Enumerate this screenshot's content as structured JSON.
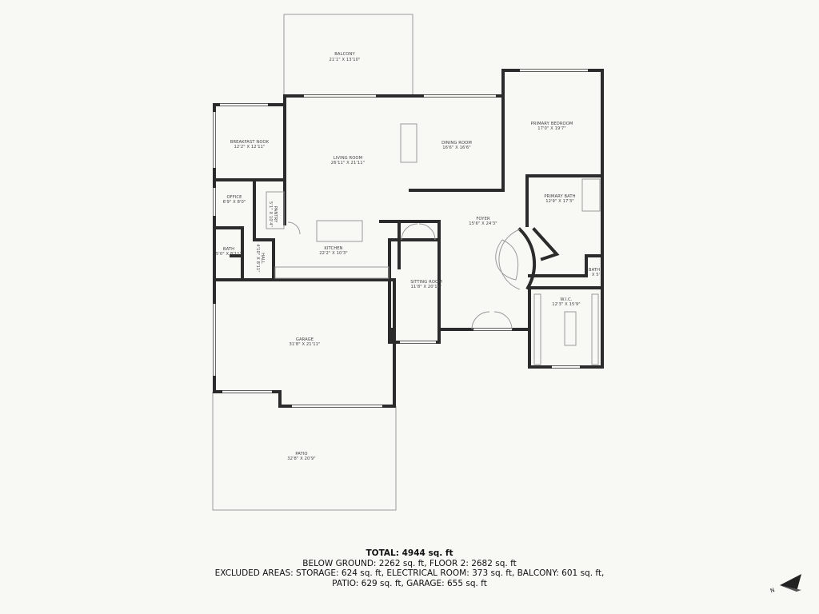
{
  "rooms": {
    "balcony": {
      "name": "BALCONY",
      "dims": "21'1\" X 13'10\""
    },
    "breakfast_nook": {
      "name": "BREAKFAST NOOK",
      "dims": "12'2\" X 12'11\""
    },
    "living_room": {
      "name": "LIVING ROOM",
      "dims": "26'11\" X 21'11\""
    },
    "dining_room": {
      "name": "DINING ROOM",
      "dims": "16'6\" X 16'6\""
    },
    "primary_bedroom": {
      "name": "PRIMARY BEDROOM",
      "dims": "17'0\" X 19'7\""
    },
    "office": {
      "name": "OFFICE",
      "dims": "6'9\" X 8'0\""
    },
    "pantry": {
      "name": "PANTRY",
      "dims": "5'1\" X 10'4\""
    },
    "primary_bath": {
      "name": "PRIMARY BATH",
      "dims": "12'9\" X 17'3\""
    },
    "foyer": {
      "name": "FOYER",
      "dims": "15'6\" X 24'3\""
    },
    "bath": {
      "name": "BATH",
      "dims": "5'0\" X 8'11\""
    },
    "hall": {
      "name": "HALL",
      "dims": "4'10\" X 8'11\""
    },
    "kitchen": {
      "name": "KITCHEN",
      "dims": "22'2\" X 10'3\""
    },
    "sitting_room": {
      "name": "SITTING ROOM",
      "dims": "11'8\" X 20'10\""
    },
    "bath_2": {
      "name": "BATH",
      "dims": "X 5'"
    },
    "wic": {
      "name": "W.I.C.",
      "dims": "12'3\" X 15'9\""
    },
    "garage": {
      "name": "GARAGE",
      "dims": "31'8\" X 21'11\""
    },
    "patio": {
      "name": "PATIO",
      "dims": "32'8\" X 20'9\""
    }
  },
  "summary": {
    "total": "TOTAL: 4944 sq. ft",
    "line1": "BELOW GROUND: 2262 sq. ft, FLOOR 2: 2682 sq. ft",
    "line2": "EXCLUDED AREAS: STORAGE: 624 sq. ft, ELECTRICAL ROOM: 373 sq. ft, BALCONY: 601 sq. ft,",
    "line3": "PATIO: 629 sq. ft, GARAGE: 655 sq. ft"
  },
  "compass": {
    "label": "N",
    "icon": "north-arrow-icon"
  }
}
